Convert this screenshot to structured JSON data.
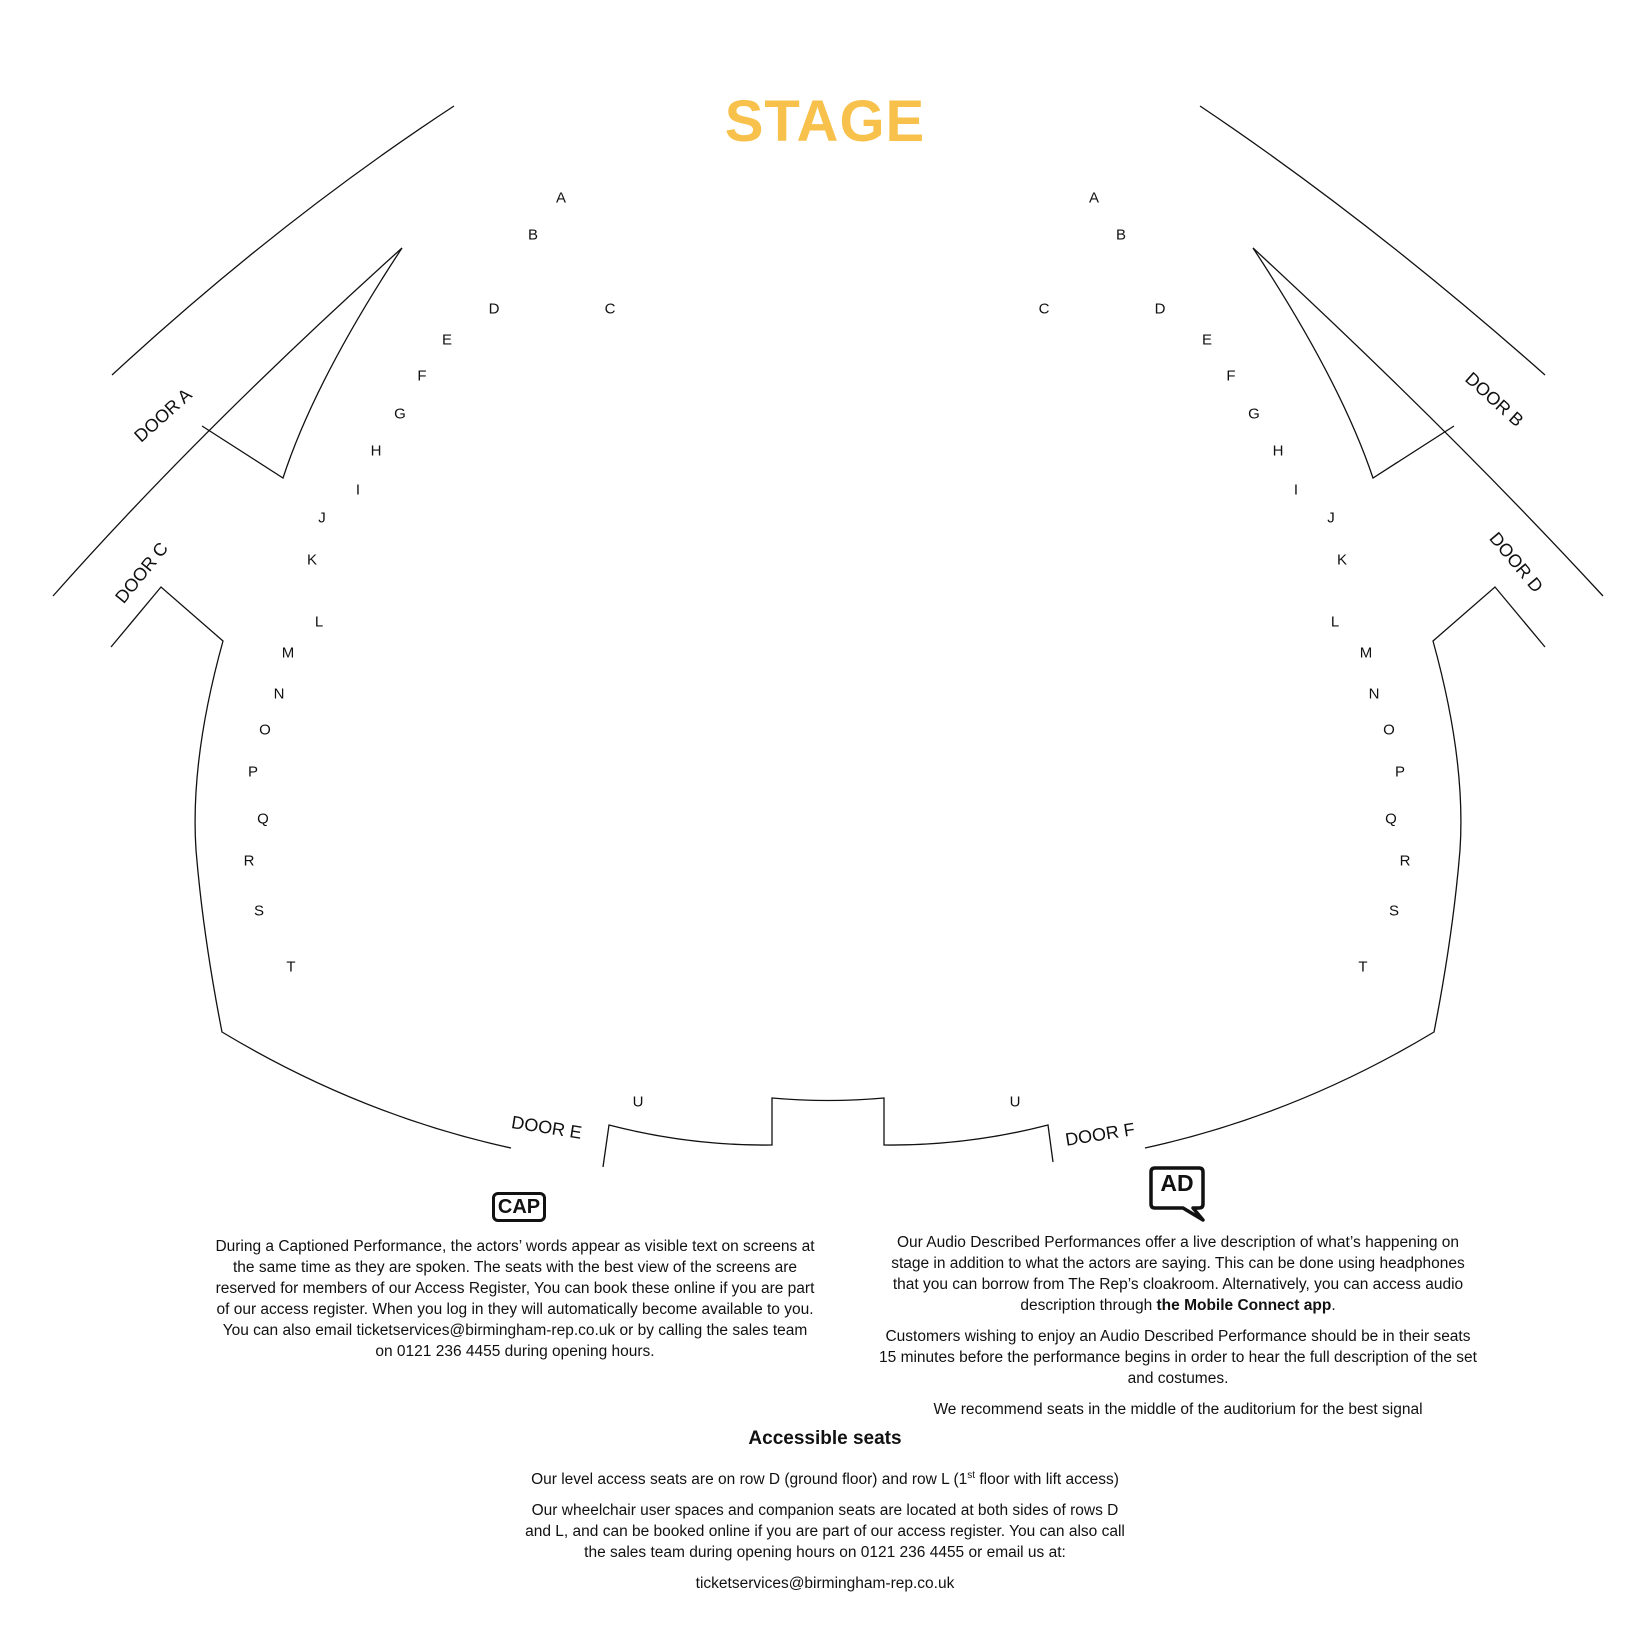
{
  "stage": {
    "label": "STAGE",
    "color": "#f7c14c"
  },
  "row_labels_left": [
    "A",
    "B",
    "C",
    "D",
    "E",
    "F",
    "G",
    "H",
    "I",
    "J",
    "K",
    "L",
    "M",
    "N",
    "O",
    "P",
    "Q",
    "R",
    "S",
    "T",
    "U"
  ],
  "row_labels_right": [
    "A",
    "B",
    "C",
    "D",
    "E",
    "F",
    "G",
    "H",
    "I",
    "J",
    "K",
    "L",
    "M",
    "N",
    "O",
    "P",
    "Q",
    "R",
    "S",
    "T",
    "U"
  ],
  "doors": {
    "a": "DOOR A",
    "b": "DOOR B",
    "c": "DOOR C",
    "d": "DOOR D",
    "e": "DOOR E",
    "f": "DOOR F"
  },
  "icons": {
    "captioned": "CAP",
    "audio_described": "AD"
  },
  "captioned": {
    "text": "During a Captioned Performance, the actors’ words appear as visible text on screens at the same time as they are spoken. The seats with the best view of the screens are reserved for members of our Access Register, You can book these online if you are part of our access register. When you log in they will automatically become available to you. You can also email ticketservices@birmingham-rep.co.uk or by calling the sales team on 0121 236 4455 during opening hours."
  },
  "audio_described": {
    "p1_text": "Our Audio Described Performances offer a live description of what’s happening on stage in addition to what the actors are saying. This can be done using headphones that you can borrow from The Rep’s cloakroom. Alternatively, you can access audio description through",
    "p1_bold": "the Mobile Connect app",
    "p1_end": ".",
    "p2": "Customers wishing to enjoy an Audio Described Performance should be in their seats 15 minutes before the performance begins in order to hear the full description of the set and costumes.",
    "p3": "We recommend seats in the middle of the auditorium for the best signal"
  },
  "accessible": {
    "title": "Accessible seats",
    "p1_a": "Our level access seats are on row D (ground floor) and row L (1",
    "p1_sup": "st",
    "p1_b": " floor with lift access)",
    "p2": "Our wheelchair user spaces and companion seats are located at both sides of rows D and L, and can be booked online if you are part of our access register. You can also call the sales team during opening hours on 0121 236 4455 or email us at:",
    "email": "ticketservices@birmingham-rep.co.uk"
  }
}
